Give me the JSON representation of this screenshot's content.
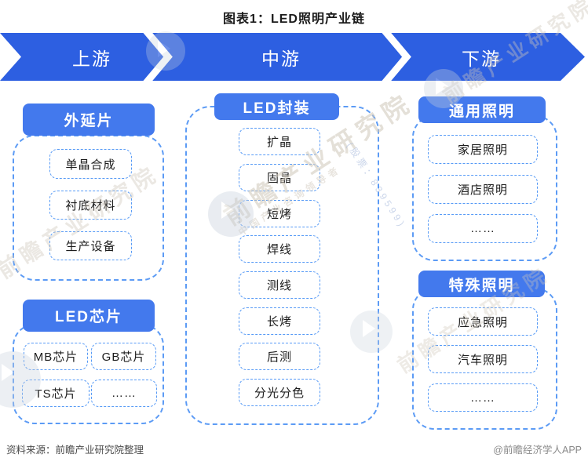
{
  "title": "图表1：LED照明产业链",
  "banner": {
    "stages": [
      "上游",
      "中游",
      "下游"
    ]
  },
  "columns": [
    {
      "sections": [
        {
          "header": "外延片",
          "items": [
            "单晶合成",
            "衬底材料",
            "生产设备"
          ]
        },
        {
          "header": "LED芯片",
          "items": [
            "MB芯片",
            "GB芯片",
            "TS芯片",
            "……"
          ]
        }
      ]
    },
    {
      "sections": [
        {
          "header": "LED封装",
          "items": [
            "扩晶",
            "固晶",
            "短烤",
            "焊线",
            "测线",
            "长烤",
            "后测",
            "分光分色"
          ]
        }
      ]
    },
    {
      "sections": [
        {
          "header": "通用照明",
          "items": [
            "家居照明",
            "酒店照明",
            "……"
          ]
        },
        {
          "header": "特殊照明",
          "items": [
            "应急照明",
            "汽车照明",
            "……"
          ]
        }
      ]
    }
  ],
  "footer": {
    "source": "资料来源：前瞻产业研究院整理",
    "credit": "@前瞻经济学人APP"
  },
  "watermarks": {
    "brand_text": "前瞻产业研究院",
    "tagline": "中国产业咨询领导者",
    "stock": "(股票：839599)"
  },
  "colors": {
    "band_blue": "#2d5fe1",
    "header_blue": "#4379ed",
    "dash_blue": "#5c9bf5",
    "text_dark": "#1c1c1c"
  }
}
